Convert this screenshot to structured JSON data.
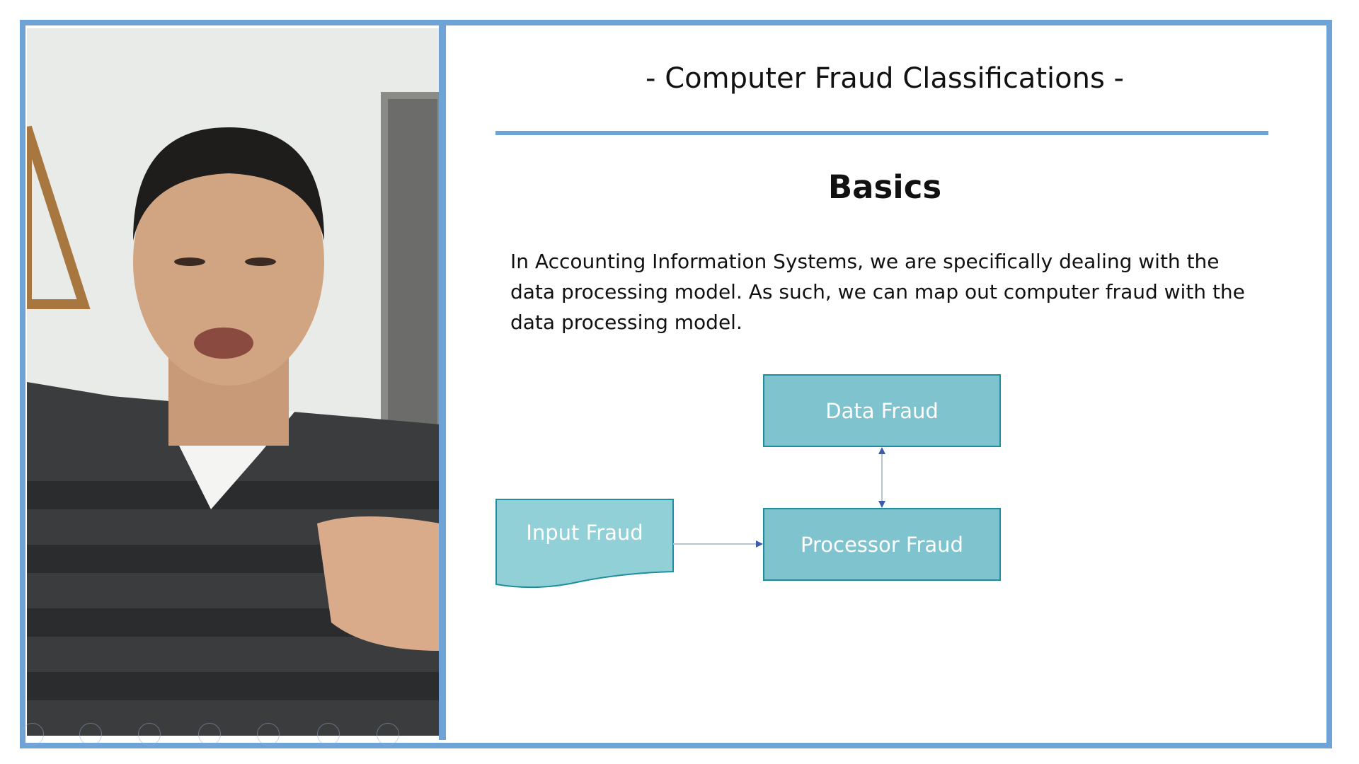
{
  "slide": {
    "title": "- Computer Fraud Classifications -",
    "heading": "Basics",
    "paragraph": "In Accounting Information Systems, we are specifically dealing with the data processing model. As such, we can map out computer fraud with the data processing model.",
    "diagram": {
      "input": "Input Fraud",
      "processor": "Processor Fraud",
      "data": "Data Fraud"
    }
  },
  "colors": {
    "accent": "#6fa3d6",
    "box_fill": "#7fc3cf",
    "box_border": "#1e8f9e",
    "arrow": "#3b5bab"
  },
  "video": {
    "icons": [
      "player-control-icon",
      "player-control-icon",
      "player-control-icon",
      "player-control-icon",
      "player-control-icon",
      "player-control-icon",
      "player-control-icon"
    ]
  }
}
